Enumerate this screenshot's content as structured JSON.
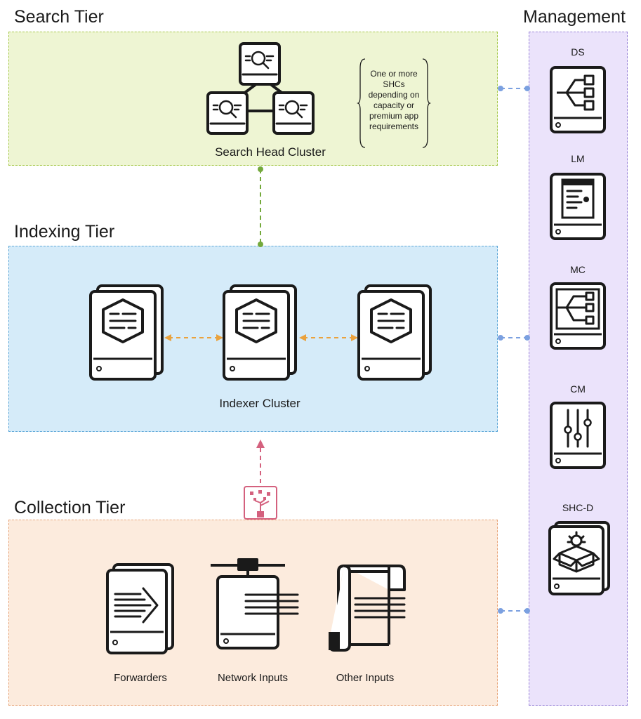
{
  "tiers": {
    "search": {
      "title": "Search Tier",
      "caption": "Search Head Cluster",
      "note": [
        "One or more",
        "SHCs",
        "depending on",
        "capacity or",
        "premium app",
        "requirements"
      ]
    },
    "indexing": {
      "title": "Indexing Tier",
      "caption": "Indexer Cluster"
    },
    "collection": {
      "title": "Collection Tier",
      "items": [
        "Forwarders",
        "Network Inputs",
        "Other Inputs"
      ]
    }
  },
  "management": {
    "title": "Management",
    "items": [
      "DS",
      "LM",
      "MC",
      "CM",
      "SHC-D"
    ]
  },
  "colors": {
    "search_fill": "#eef5d3",
    "search_border": "#a7c94d",
    "index_fill": "#d5ebf9",
    "index_border": "#5fa8d8",
    "collect_fill": "#fcebdd",
    "collect_border": "#e8a57a",
    "mgmt_fill": "#ebe3fb",
    "mgmt_border": "#9b86d8",
    "green_link": "#74a93c",
    "orange_link": "#eaa23d",
    "pink_link": "#d4617e",
    "blue_link": "#7ba0e0"
  }
}
